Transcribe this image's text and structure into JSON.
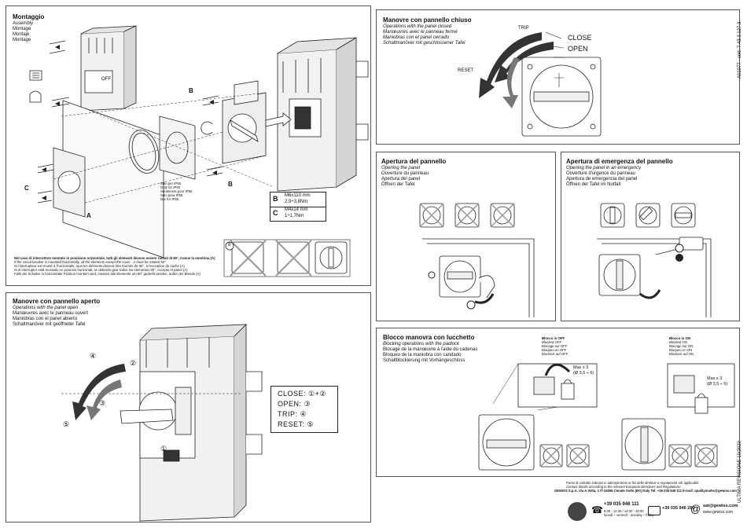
{
  "assembly": {
    "title": "Montaggio",
    "lines": [
      "Assembly",
      "Montage",
      "Montaje",
      "Montage"
    ],
    "note": [
      "Nel caso di interruttore montato in posizione orizzontale, tutti gli elementi devono essere ruotati di 90°, tranne la mostrina (A)",
      "If the circuit breaker is mounted horizontally, all the elements except the cover - A must be rotated 90°",
      "Si l'interrupteur est monté à l'horizontale, tous les éléments doivent être tournés de 90°, à l'exception du cache (A)",
      "Si el interruptor está montado en posición horizontal, se deberán girar todos los elementos 90°, excepto el panel (A)",
      "Falls der Schalter in horizontaler Position montiert wird, müssen alle Elemente um 90° gedreht werden, außer der Blende (A)"
    ],
    "ip55": [
      "Solo per IP55",
      "Only for IP55",
      "Seulement pour IP55",
      "Sólo para IP55",
      "Nur für IP55"
    ],
    "torque": [
      {
        "key": "B",
        "line1": "M6x110 mm",
        "line2": "2,9÷3,8Nm"
      },
      {
        "key": "C",
        "line1": "M4x14 mm",
        "line2": "1÷1,7Nm"
      }
    ],
    "label_a": "A",
    "label_b": "B",
    "label_c": "C",
    "off_text": "OFF",
    "step8": "8"
  },
  "closed": {
    "title": "Manovre con pannello chiuso",
    "lines": [
      "Operations with the panel closed",
      "Manœuvres avec le panneau fermé",
      "Maniobras con el panel cerrado",
      "Schaltmanöver mit geschlossener Tafel"
    ],
    "trip": "TRIP",
    "close": "CLOSE",
    "open": "OPEN",
    "reset": "RESET"
  },
  "open_panel": {
    "title": "Apertura del pannello",
    "lines": [
      "Opening the panel",
      "Ouverture du panneau",
      "Apertura del panel",
      "Öffnen der Tafel"
    ]
  },
  "emergency": {
    "title": "Apertura di emergenza del pannello",
    "lines": [
      "Opening the panel in an emergency",
      "Ouverture d'urgence du panneau",
      "Apertura de emergencia del panel",
      "Öffnen der Tafel im Notfall"
    ]
  },
  "manual_open": {
    "title": "Manovre con pannello aperto",
    "lines": [
      "Operations with the panel open",
      "Manœuvres avec le panneau ouvert",
      "Maniobras con el panel abierto",
      "Schaltmanöver mit geöffneter Tafel"
    ],
    "legend": [
      "CLOSE: ①+②",
      "OPEN: ③",
      "TRIP: ④",
      "RESET: ⑤"
    ]
  },
  "padlock": {
    "title": "Blocco manovra con lucchetto",
    "lines": [
      "Blocking operations with the padlock",
      "Blocage de la manœuvre à l'aide du cadenas",
      "Bloqueo de la maniobra con candado",
      "Schaltblockierung mit Vorhängeschloss"
    ],
    "off_block": [
      "Blocco in OFF",
      "Blocked OFF",
      "Blocage sur OFF",
      "Bloqueo en OFF",
      "Blockiert auf OFF"
    ],
    "on_block": [
      "Blocco in ON",
      "Blocked ON",
      "Blocage sur ON",
      "Bloqueo en ON",
      "Blockiert auf ON"
    ],
    "max_label": "Max x 3",
    "max_dim": "(Ø 3,5 ÷ 6)"
  },
  "side_code": "A01077 · cod. 7.43.3.127.3",
  "side_date": "ULTIMA REVISIONE 10/2020",
  "footer": {
    "line1": "Punto di contatto indicato in adempimento ai fini delle direttive e regolamenti UE applicabili:",
    "line2": "Contact details according to the relevant European Directives and Regulations:",
    "line3": "GEWISS S.p.A. Via A.Volta, 1 IT-24069  Cenate Sotto (BG)  Italy  Tel: +39 035 946 111  E-mail: qualitymarks@gewiss.com",
    "phone": "+39 035 946 111",
    "hours": "8:30 - 12:30 / 14:00 - 18:00",
    "days": "lunedì ÷ venerdì - monday ÷ friday",
    "fax": "+39 035 946 260",
    "email": "sat@gewiss.com",
    "web": "www.gewiss.com"
  }
}
